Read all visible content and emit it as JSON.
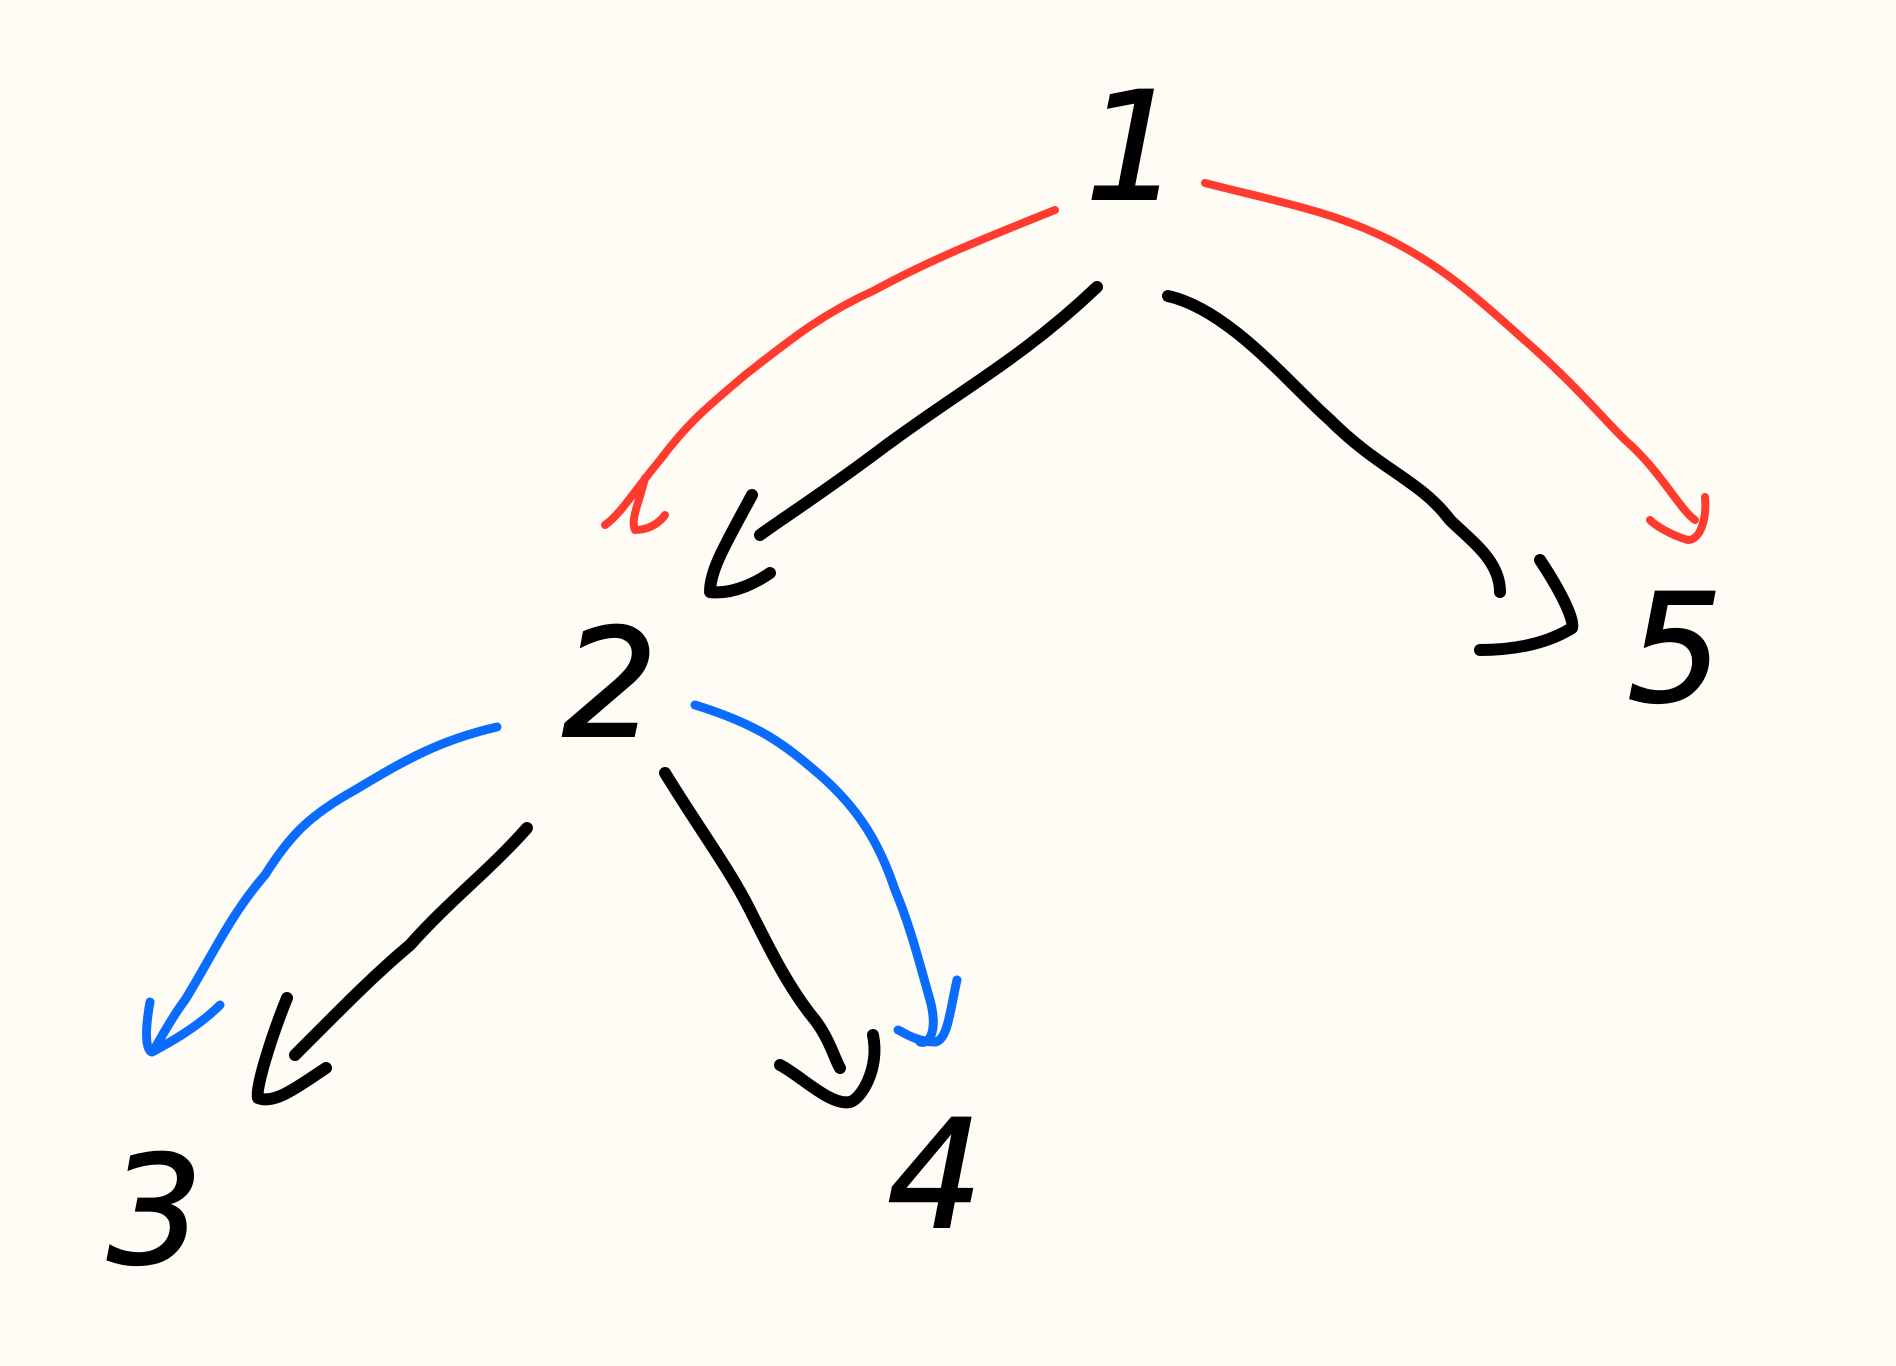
{
  "diagram": {
    "colors": {
      "background": "#fffbf5",
      "ink": "#000000",
      "red_traversal": "#ff3b30",
      "blue_traversal": "#0a6cff"
    },
    "nodes": [
      {
        "id": "n1",
        "label": "1"
      },
      {
        "id": "n2",
        "label": "2"
      },
      {
        "id": "n3",
        "label": "3"
      },
      {
        "id": "n4",
        "label": "4"
      },
      {
        "id": "n5",
        "label": "5"
      }
    ],
    "edges": [
      {
        "from": "1",
        "to": "2",
        "color": "black"
      },
      {
        "from": "1",
        "to": "5",
        "color": "black"
      },
      {
        "from": "2",
        "to": "3",
        "color": "black"
      },
      {
        "from": "2",
        "to": "4",
        "color": "black"
      }
    ],
    "traversal_arrows": [
      {
        "from": "1",
        "to": "2",
        "color": "red"
      },
      {
        "from": "1",
        "to": "5",
        "color": "red"
      },
      {
        "from": "2",
        "to": "3",
        "color": "blue"
      },
      {
        "from": "2",
        "to": "4",
        "color": "blue"
      }
    ]
  }
}
